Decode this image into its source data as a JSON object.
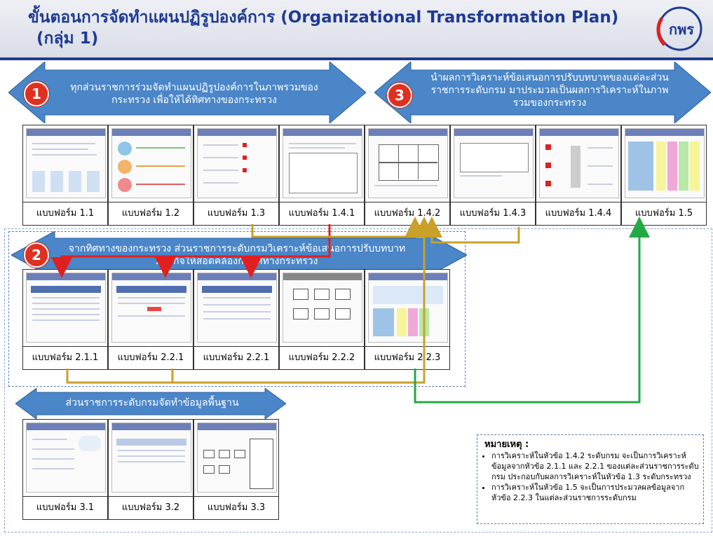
{
  "header": {
    "title_line1": "ขั้นตอนการจัดทำแผนปฏิรูปองค์การ (Organizational Transformation Plan)",
    "title_line2": "(กลุ่ม 1)",
    "logo_text": "กพร",
    "logo_icon": "opdc-logo"
  },
  "steps": [
    {
      "number": "1",
      "text": "ทุกส่วนราชการร่วมจัดทำแผนปฏิรูปองค์การในภาพรวมของกระทรวง เพื่อให้ได้ทิศทางของกระทรวง"
    },
    {
      "number": "2",
      "text": "จากทิศทางของกระทรวง ส่วนราชการระดับกรมวิเคราะห์ข้อเสนอการปรับบทบาทภารกิจให้สอดคล้องกับทิศทางกระทรวง"
    },
    {
      "number": "3",
      "text": "นำผลการวิเคราะห์ข้อเสนอการปรับบทบาทของแต่ละส่วนราชการระดับกรม มาประมวลเป็นผลการวิเคราะห์ในภาพรวมของกระทรวง"
    },
    {
      "number": "",
      "text": "ส่วนราชการระดับกรมจัดทำข้อมูลพื้นฐาน"
    }
  ],
  "forms_row1": [
    "แบบฟอร์ม 1.1",
    "แบบฟอร์ม 1.2",
    "แบบฟอร์ม 1.3",
    "แบบฟอร์ม 1.4.1",
    "แบบฟอร์ม 1.4.2",
    "แบบฟอร์ม 1.4.3",
    "แบบฟอร์ม 1.4.4",
    "แบบฟอร์ม 1.5"
  ],
  "forms_row2": [
    "แบบฟอร์ม 2.1.1",
    "แบบฟอร์ม 2.2.1",
    "แบบฟอร์ม 2.2.1",
    "แบบฟอร์ม 2.2.2",
    "แบบฟอร์ม 2.2.3"
  ],
  "forms_row3": [
    "แบบฟอร์ม 3.1",
    "แบบฟอร์ม 3.2",
    "แบบฟอร์ม 3.3"
  ],
  "note": {
    "title": "หมายเหตุ :",
    "items": [
      "การวิเคราะห์ในหัวข้อ 1.4.2 ระดับกรม จะเป็นการวิเคราะห์ข้อมูลจากหัวข้อ 2.1.1 และ 2.2.1 ของแต่ละส่วนราชการระดับกรม ประกอบกับผลการวิเคราะห์ในหัวข้อ 1.3 ระดับกระทรวง",
      "การวิเคราะห์ในหัวข้อ 1.5 จะเป็นการประมวลผลข้อมูลจากหัวข้อ 2.2.3 ในแต่ละส่วนราชการระดับกรม"
    ]
  },
  "colors": {
    "header": "#1f3a93",
    "arrow": "#4a86c8",
    "red": "#e02020",
    "gold": "#c8a02a",
    "green": "#22aa44"
  }
}
